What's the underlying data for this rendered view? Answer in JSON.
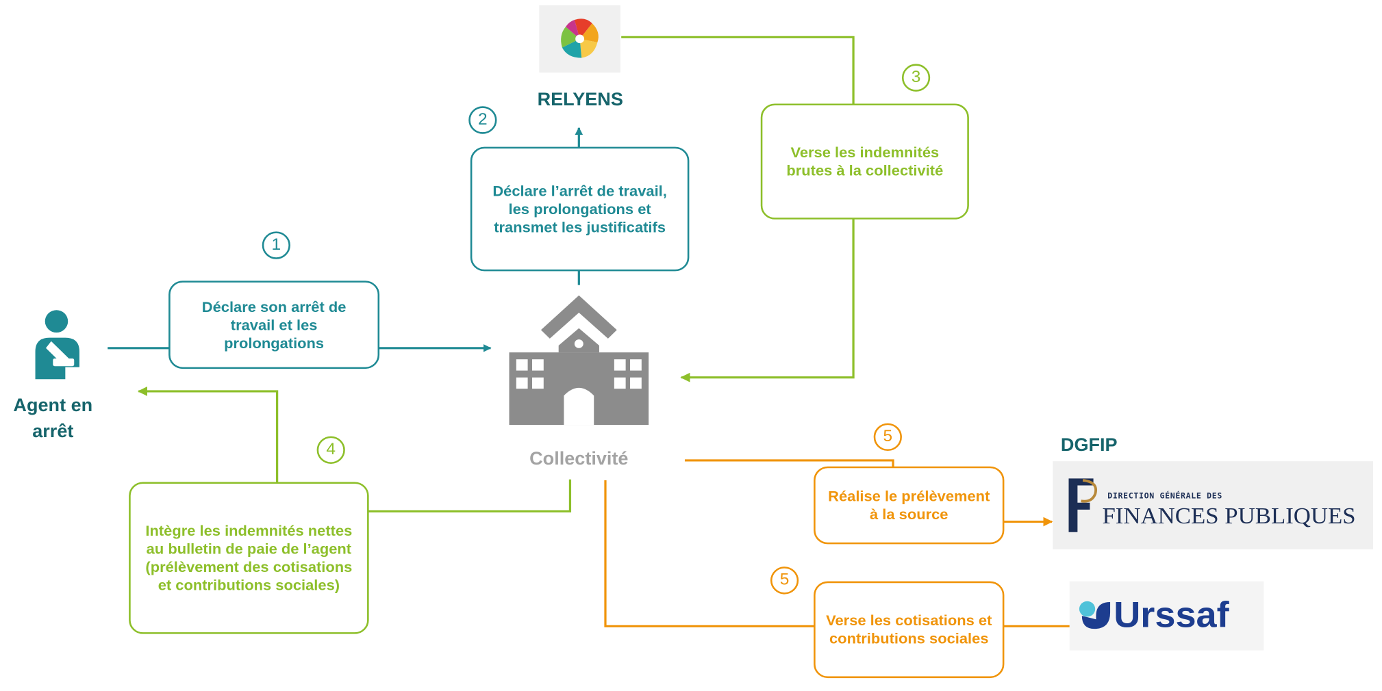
{
  "colors": {
    "teal": "#1f8a94",
    "green": "#8dbf2a",
    "orange": "#f0940a",
    "grey": "#8c8c8c",
    "label_teal": "#16646b"
  },
  "actors": {
    "agent": {
      "label_line1": "Agent en",
      "label_line2": "arrêt",
      "icon": "injured-person-icon"
    },
    "collectivite": {
      "label": "Collectivité",
      "icon": "town-hall-building-icon"
    },
    "relyens": {
      "label": "RELYENS",
      "icon": "relyens-logo"
    },
    "dgfip": {
      "label": "DGFIP",
      "logo_small": "DIRECTION GÉNÉRALE DES",
      "logo_big": "FINANCES PUBLIQUES"
    },
    "urssaf": {
      "logo_text": "Urssaf"
    }
  },
  "steps": [
    {
      "number": "1",
      "text": "Déclare son arrêt de travail et les prolongations"
    },
    {
      "number": "2",
      "text": "Déclare l’arrêt de travail, les prolongations et transmet les justificatifs"
    },
    {
      "number": "3",
      "text": "Verse les indemnités brutes à la collectivité"
    },
    {
      "number": "4",
      "text": "Intègre les indemnités nettes au bulletin de paie de l’agent (prélèvement des cotisations et contributions sociales)"
    },
    {
      "number": "5",
      "text": "Réalise le prélèvement à la source"
    },
    {
      "number": "5",
      "text": "Verse les cotisations et contributions sociales"
    }
  ]
}
